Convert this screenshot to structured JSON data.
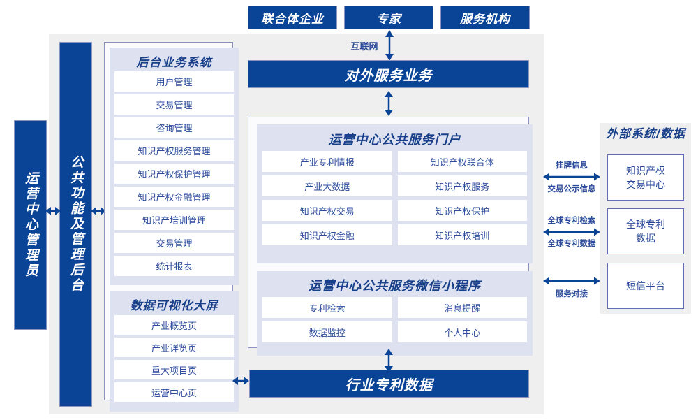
{
  "diagram": {
    "title_actors": [
      {
        "id": "consortium",
        "label": "联合体企业"
      },
      {
        "id": "expert",
        "label": "专家"
      },
      {
        "id": "service-org",
        "label": "服务机构"
      }
    ],
    "internet_label": "互联网",
    "external_service_bar": "对外服务业务",
    "industry_patent_bar": "行业专利数据",
    "left_columns": [
      {
        "id": "operator",
        "label": "运营中心管理员"
      },
      {
        "id": "common-admin",
        "label": "公共功能及管理后台"
      }
    ],
    "backoffice": {
      "title": "后台业务系统",
      "items": [
        "用户管理",
        "交易管理",
        "咨询管理",
        "知识产权服务管理",
        "知识产权保护管理",
        "知识产权金融管理",
        "知识产培训管理",
        "交易管理",
        "统计报表"
      ]
    },
    "dataviz": {
      "title": "数据可视化大屏",
      "items": [
        "产业概览页",
        "产业详览页",
        "重大项目页",
        "运营中心页"
      ]
    },
    "portal": {
      "title": "运营中心公共服务门户",
      "rows": [
        [
          "产业专利情报",
          "知识产权联合体"
        ],
        [
          "产业大数据",
          "知识产权服务"
        ],
        [
          "知识产权交易",
          "知识产权保护"
        ],
        [
          "知识产权金融",
          "知识产权培训"
        ]
      ]
    },
    "miniprogram": {
      "title": "运营中心公共服务微信小程序",
      "rows": [
        [
          "专利检索",
          "消息提醒"
        ],
        [
          "数据监控",
          "个人中心"
        ]
      ]
    },
    "external": {
      "title": "外部系统/数据",
      "systems": [
        {
          "id": "ip-exchange",
          "label": "知识产权\n交易中心",
          "label_line1": "知识产权",
          "label_line2": "交易中心"
        },
        {
          "id": "global-patent",
          "label": "全球专利\n数据",
          "label_line1": "全球专利",
          "label_line2": "数据"
        },
        {
          "id": "sms-platform",
          "label": "短信平台",
          "label_line1": "短信平台",
          "label_line2": ""
        }
      ],
      "connectors": [
        {
          "id": "conn-ip-exchange",
          "above": "挂牌信息",
          "below": "交易公示信息"
        },
        {
          "id": "conn-global-patent",
          "above": "全球专利检索",
          "below": "全球专利数据"
        },
        {
          "id": "conn-sms",
          "above": "",
          "below": "服务对接"
        }
      ]
    },
    "colors": {
      "navy": "#0a4496",
      "lavender": "#dee2f0",
      "stage_gray": "#efefef",
      "text_blue": "#2c4b9b",
      "title_blue": "#173f8a",
      "border_blue": "#8a93bd"
    }
  }
}
